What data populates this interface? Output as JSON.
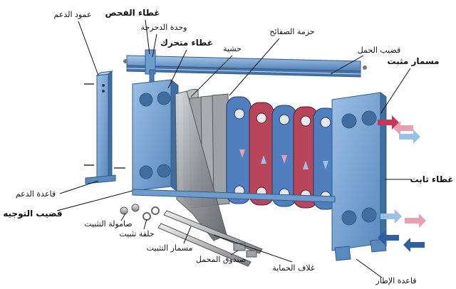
{
  "diagram": {
    "labels": {
      "support_column": "عمود الدعم",
      "carrying_bar_cover": "غطاء الفحص",
      "roller_unit": "وحدة الدحرجة",
      "movable_cover": "غطاء متحرك",
      "gasket": "حشية",
      "plate_pack": "حزمة الصفائح",
      "carrying_bar": "قضيب الحمل",
      "fixed_bolt": "مسمار مثبت",
      "fixed_cover": "غطاء ثابت",
      "support_base": "قاعدة الدعم",
      "guide_bar": "قضيب التوجيه",
      "tightening_nut": "صامولة التثبيت",
      "tightening_washer": "حلقة تثبيت",
      "tightening_bolt": "مسمار التثبيت",
      "bearing_box": "صندوق المحمل",
      "protective_sheet": "غلاف الحماية",
      "frame_foot": "قاعدة الإطار"
    },
    "colors": {
      "steel_blue": "#6f9ccd",
      "steel_dark": "#3f6d9e",
      "hot_plate": "#b8455a",
      "cold_plate": "#4f7fbe",
      "shield_gray": "#8e9398",
      "arrow_hot": "#c1385a",
      "arrow_warm": "#e7a0b2",
      "arrow_cold": "#2f5f9c",
      "arrow_cool": "#9cc0e6"
    }
  }
}
